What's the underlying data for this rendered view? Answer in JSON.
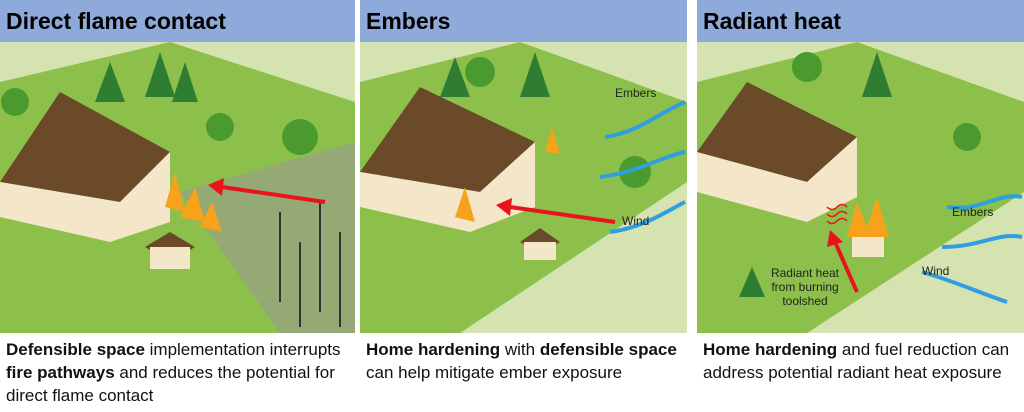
{
  "panels": [
    {
      "title": "Direct flame contact",
      "caption": [
        {
          "text": "Defensible space",
          "bold": true
        },
        {
          "text": " implementation interrupts ",
          "bold": false
        },
        {
          "text": "fire pathways",
          "bold": true
        },
        {
          "text": " and reduces the potential for direct flame contact",
          "bold": false
        }
      ]
    },
    {
      "title": "Embers",
      "labels": {
        "embers": "Embers",
        "wind": "Wind"
      },
      "caption": [
        {
          "text": "Home hardening",
          "bold": true
        },
        {
          "text": " with ",
          "bold": false
        },
        {
          "text": "defensible space",
          "bold": true
        },
        {
          "text": " can help mitigate ember exposure",
          "bold": false
        }
      ]
    },
    {
      "title": "Radiant heat",
      "labels": {
        "embers": "Embers",
        "wind": "Wind",
        "radiant_1": "Radiant heat",
        "radiant_2": "from burning",
        "radiant_3": "toolshed"
      },
      "caption": [
        {
          "text": "Home hardening",
          "bold": true
        },
        {
          "text": " and fuel reduction can address potential radiant heat exposure",
          "bold": false
        }
      ]
    }
  ],
  "colors": {
    "header": "#8eaadb",
    "arrow": "#e8141b",
    "wind": "#2f9fe0",
    "lawn": "#8cc04a"
  }
}
